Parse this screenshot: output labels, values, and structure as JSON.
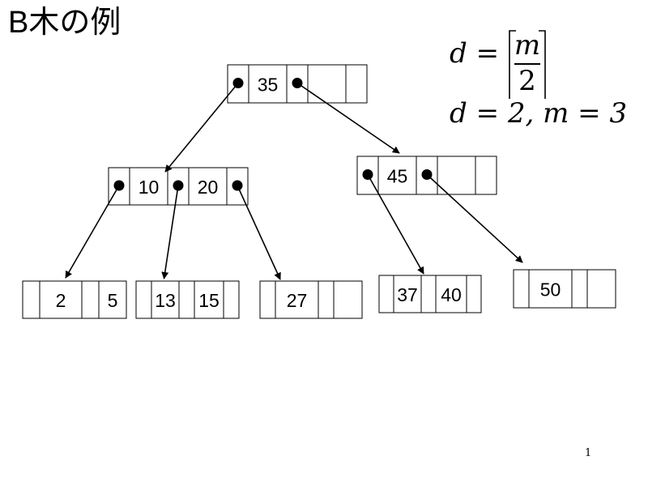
{
  "title": "B木の例",
  "page_number": "1",
  "formula": {
    "d_var": "d",
    "eq": "=",
    "m_var": "m",
    "two": "2",
    "line2": "d = 2, m = 3"
  },
  "tree": {
    "nodes": [
      {
        "id": "root",
        "keys": [
          "35"
        ]
      },
      {
        "id": "left",
        "keys": [
          "10",
          "20"
        ]
      },
      {
        "id": "right",
        "keys": [
          "45"
        ]
      },
      {
        "id": "leaf-1",
        "keys": [
          "2",
          "5"
        ]
      },
      {
        "id": "leaf-2",
        "keys": [
          "13",
          "15"
        ]
      },
      {
        "id": "leaf-3",
        "keys": [
          "27"
        ]
      },
      {
        "id": "leaf-4",
        "keys": [
          "37",
          "40"
        ]
      },
      {
        "id": "leaf-5",
        "keys": [
          "50"
        ]
      }
    ],
    "edges": [
      {
        "from": "root",
        "slot": 0,
        "to": "left"
      },
      {
        "from": "root",
        "slot": 1,
        "to": "right"
      },
      {
        "from": "left",
        "slot": 0,
        "to": "leaf-1"
      },
      {
        "from": "left",
        "slot": 1,
        "to": "leaf-2"
      },
      {
        "from": "left",
        "slot": 2,
        "to": "leaf-3"
      },
      {
        "from": "right",
        "slot": 0,
        "to": "leaf-4"
      },
      {
        "from": "right",
        "slot": 1,
        "to": "leaf-5"
      }
    ]
  }
}
